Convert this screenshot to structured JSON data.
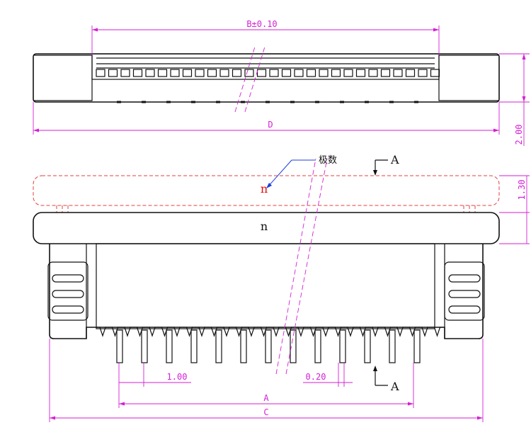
{
  "top_view": {
    "dim_b_label": "B±0.10",
    "dim_d_label": "D",
    "dim_height_label": "2.00"
  },
  "front_view": {
    "callout_label": "极数",
    "section_label_top": "A",
    "section_label_bottom": "A",
    "actuator_label": "n",
    "body_label": "n",
    "dim_actuator_height_label": "1.30",
    "dim_pitch_label": "1.00",
    "dim_pin_width_label": "0.20",
    "dim_a_label": "A",
    "dim_c_label": "C"
  },
  "colors": {
    "outline": "#111111",
    "dimension": "#d41fd4",
    "actuator_dashed": "#e04040",
    "leader": "#1c3fd6"
  }
}
